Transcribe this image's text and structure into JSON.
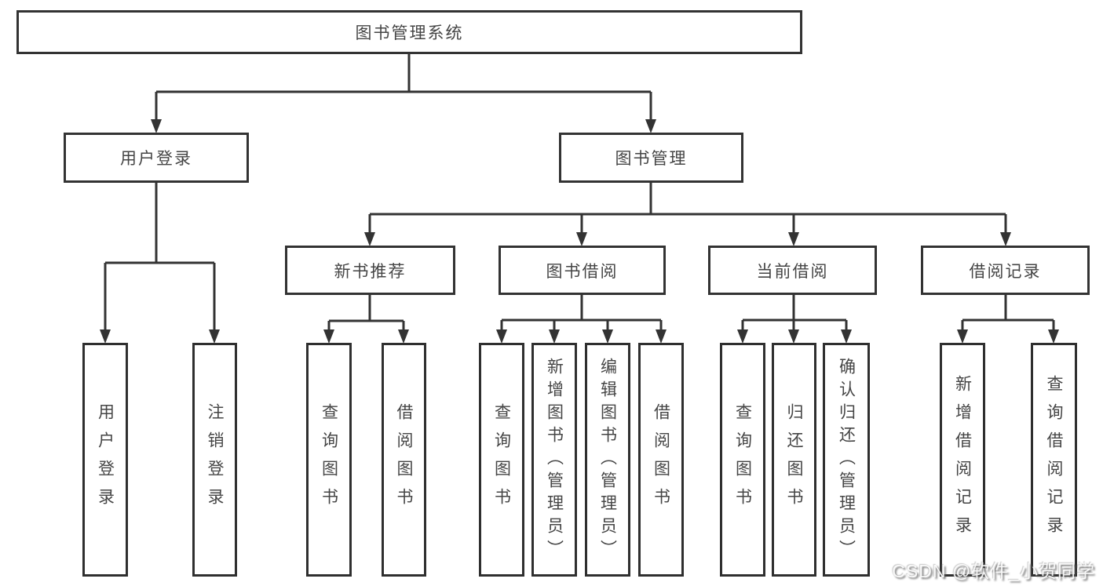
{
  "tree": {
    "root": {
      "label": "图书管理系统"
    },
    "branches": [
      {
        "label": "用户登录",
        "leaves": [
          {
            "label": "用户登录"
          },
          {
            "label": "注销登录"
          }
        ]
      },
      {
        "label": "图书管理",
        "groups": [
          {
            "label": "新书推荐",
            "leaves": [
              {
                "label": "查询图书"
              },
              {
                "label": "借阅图书"
              }
            ]
          },
          {
            "label": "图书借阅",
            "leaves": [
              {
                "label": "查询图书"
              },
              {
                "label": "新增图书（管理员）"
              },
              {
                "label": "编辑图书（管理员）"
              },
              {
                "label": "借阅图书"
              }
            ]
          },
          {
            "label": "当前借阅",
            "leaves": [
              {
                "label": "查询图书"
              },
              {
                "label": "归还图书"
              },
              {
                "label": "确认归还（管理员）"
              }
            ]
          },
          {
            "label": "借阅记录",
            "leaves": [
              {
                "label": "新增借阅记录"
              },
              {
                "label": "查询借阅记录"
              }
            ]
          }
        ]
      }
    ]
  },
  "watermark": {
    "text": "CSDN @软件_小贺同学"
  },
  "colors": {
    "line": "#333333",
    "box_border": "#2f2f2f",
    "text": "#454545",
    "background": "#ffffff",
    "watermark_text": "#fcfcfc"
  }
}
